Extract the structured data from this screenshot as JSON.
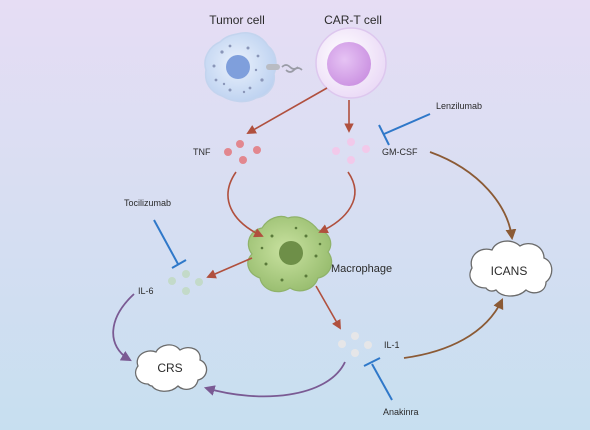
{
  "labels": {
    "tumor_cell": "Tumor cell",
    "cart_cell": "CAR-T cell",
    "tnf": "TNF",
    "gmcsf": "GM-CSF",
    "lenzilumab": "Lenzilumab",
    "tocilizumab": "Tocilizumab",
    "il6": "IL-6",
    "macrophage": "Macrophage",
    "icans": "ICANS",
    "il1": "IL-1",
    "crs": "CRS",
    "anakinra": "Anakinra"
  },
  "colors": {
    "background_top": "#e6ddf4",
    "background_bottom": "#c7dff0",
    "activation_arrow": "#b0503e",
    "outcome_arrow_brown": "#8b5a35",
    "outcome_arrow_purple": "#7a5a93",
    "inhibitor": "#2f78c9",
    "tnf_dots": "#e2878f",
    "gmcsf_dots": "#f0c8e8",
    "il6_dots": "#bfd8c8",
    "il1_dots": "#e4e4e4",
    "tumor_cell": "#c9dcf6",
    "cart_cell": "#d7b0ec",
    "macrophage": "#a9c97a"
  }
}
